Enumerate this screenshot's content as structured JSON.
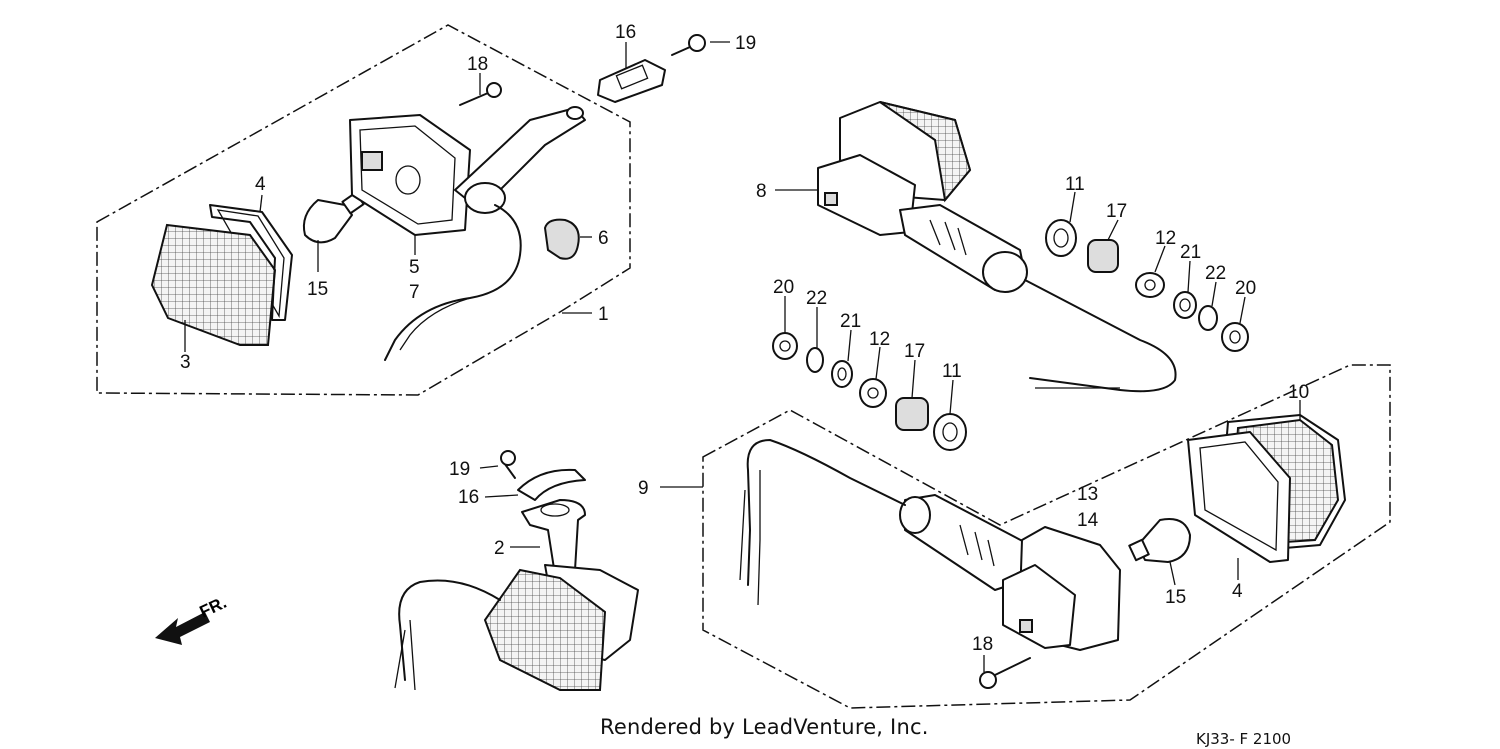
{
  "diagram": {
    "callouts": {
      "c1": "1",
      "c2": "2",
      "c3": "3",
      "c4a": "4",
      "c4b": "4",
      "c5": "5",
      "c6": "6",
      "c7": "7",
      "c8": "8",
      "c9": "9",
      "c10": "10",
      "c11a": "11",
      "c11b": "11",
      "c12a": "12",
      "c12b": "12",
      "c13": "13",
      "c14": "14",
      "c15a": "15",
      "c15b": "15",
      "c16a": "16",
      "c16b": "16",
      "c17a": "17",
      "c17b": "17",
      "c18a": "18",
      "c18b": "18",
      "c19a": "19",
      "c19b": "19",
      "c20a": "20",
      "c20b": "20",
      "c21a": "21",
      "c21b": "21",
      "c22a": "22",
      "c22b": "22"
    },
    "front_marker": "FR."
  },
  "footer": {
    "credit": "Rendered by LeadVenture, Inc.",
    "diagram_code": "KJ33- F 2100"
  }
}
